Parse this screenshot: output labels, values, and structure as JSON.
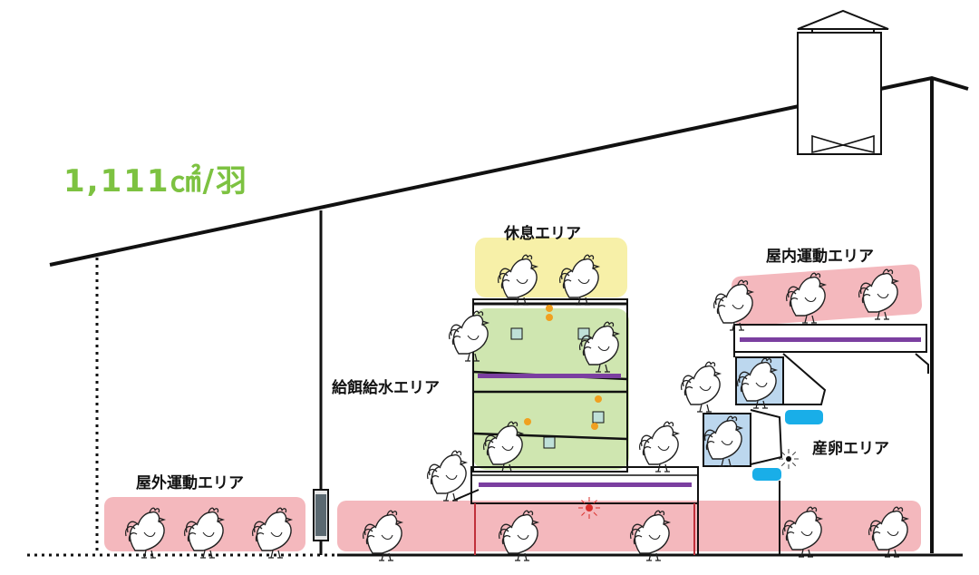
{
  "density_text": "1,111㎠/羽",
  "areas": {
    "outdoor_exercise": "屋外運動エリア",
    "rest": "休息エリア",
    "feeding_watering": "給餌給水エリア",
    "indoor_exercise": "屋内運動エリア",
    "laying": "産卵エリア"
  },
  "colors": {
    "density_text": "#7dc241",
    "exercise_zone": "#f4b8bd",
    "rest_zone": "#f7f0a8",
    "feed_zone": "#cfe6b0",
    "nest_box": "#bcd7ee",
    "egg_tray": "#19aee8",
    "purple_bar": "#7b3fa0",
    "drinker": "#f0a020",
    "line": "#111111"
  },
  "icons": {
    "bird": "chicken-icon",
    "vent": "ventilation-chimney-icon",
    "lamp": "light-icon"
  }
}
